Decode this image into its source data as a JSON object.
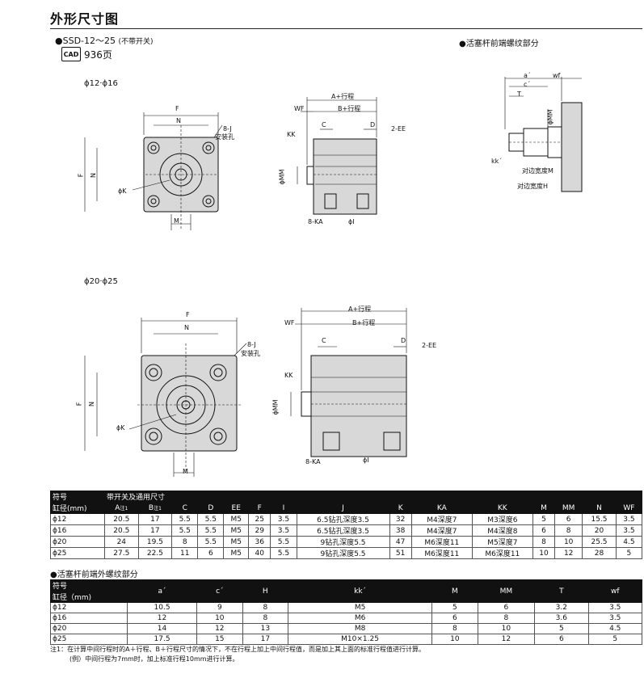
{
  "page": {
    "title": "外形尺寸图",
    "series": "●SSD-12～25",
    "series_note": "(不带开关)",
    "cad_icon": "CAD",
    "cad_page": "936页",
    "section_piston": "●活塞杆前端螺纹部分"
  },
  "drawings": {
    "size_small": "ϕ12·ϕ16",
    "size_large": "ϕ20·ϕ25",
    "labels": {
      "F": "F",
      "N": "N",
      "M": "M",
      "J": "8-J",
      "mount": "安装孔",
      "K": "ϕK",
      "A": "A+行程",
      "B": "B+行程",
      "WF": "WF",
      "C": "C",
      "D": "D",
      "EE": "2-EE",
      "KK": "KK",
      "MM": "ϕMM",
      "KA": "8-KA",
      "I": "ϕI",
      "a": "a´",
      "c": "c´",
      "T": "T",
      "wf": "wf",
      "kk": "kk´",
      "width_m": "对边宽度M",
      "width_h": "对边宽度H",
      "mm_small": "ϕMM"
    }
  },
  "table1": {
    "header_symbol": "符号",
    "header_group": "带开关及通用尺寸",
    "header_bore": "缸径(mm)",
    "columns": [
      "A",
      "B",
      "C",
      "D",
      "EE",
      "F",
      "I",
      "J",
      "K",
      "KA",
      "KK",
      "M",
      "MM",
      "N",
      "WF"
    ],
    "note_marks": [
      "注1",
      "注1"
    ],
    "rows": [
      [
        "ϕ12",
        "20.5",
        "17",
        "5.5",
        "5.5",
        "M5",
        "25",
        "3.5",
        "6.5钻孔深度3.5",
        "32",
        "M4深度7",
        "M3深度6",
        "5",
        "6",
        "15.5",
        "3.5"
      ],
      [
        "ϕ16",
        "20.5",
        "17",
        "5.5",
        "5.5",
        "M5",
        "29",
        "3.5",
        "6.5钻孔深度3.5",
        "38",
        "M4深度7",
        "M4深度8",
        "6",
        "8",
        "20",
        "3.5"
      ],
      [
        "ϕ20",
        "24",
        "19.5",
        "8",
        "5.5",
        "M5",
        "36",
        "5.5",
        "9钻孔深度5.5",
        "47",
        "M6深度11",
        "M5深度7",
        "8",
        "10",
        "25.5",
        "4.5"
      ],
      [
        "ϕ25",
        "27.5",
        "22.5",
        "11",
        "6",
        "M5",
        "40",
        "5.5",
        "9钻孔深度5.5",
        "51",
        "M6深度11",
        "M6深度11",
        "10",
        "12",
        "28",
        "5"
      ]
    ]
  },
  "table2": {
    "section_title": "●活塞杆前端外螺纹部分",
    "header_symbol": "符号",
    "header_bore": "缸径（mm)",
    "columns": [
      "a´",
      "c´",
      "H",
      "kk´",
      "M",
      "MM",
      "T",
      "wf"
    ],
    "rows": [
      [
        "ϕ12",
        "10.5",
        "9",
        "8",
        "M5",
        "5",
        "6",
        "3.2",
        "3.5"
      ],
      [
        "ϕ16",
        "12",
        "10",
        "8",
        "M6",
        "6",
        "8",
        "3.6",
        "3.5"
      ],
      [
        "ϕ20",
        "14",
        "12",
        "13",
        "M8",
        "8",
        "10",
        "5",
        "4.5"
      ],
      [
        "ϕ25",
        "17.5",
        "15",
        "17",
        "M10×1.25",
        "10",
        "12",
        "6",
        "5"
      ]
    ]
  },
  "notes": {
    "line1": "注1：在计算中间行程时的A＋行程、B＋行程尺寸的情况下，不在行程上加上中间行程值，而是加上其上面的标准行程值进行计算。",
    "line2": "(例）中间行程为7mm时，加上标准行程10mm进行计算。"
  }
}
